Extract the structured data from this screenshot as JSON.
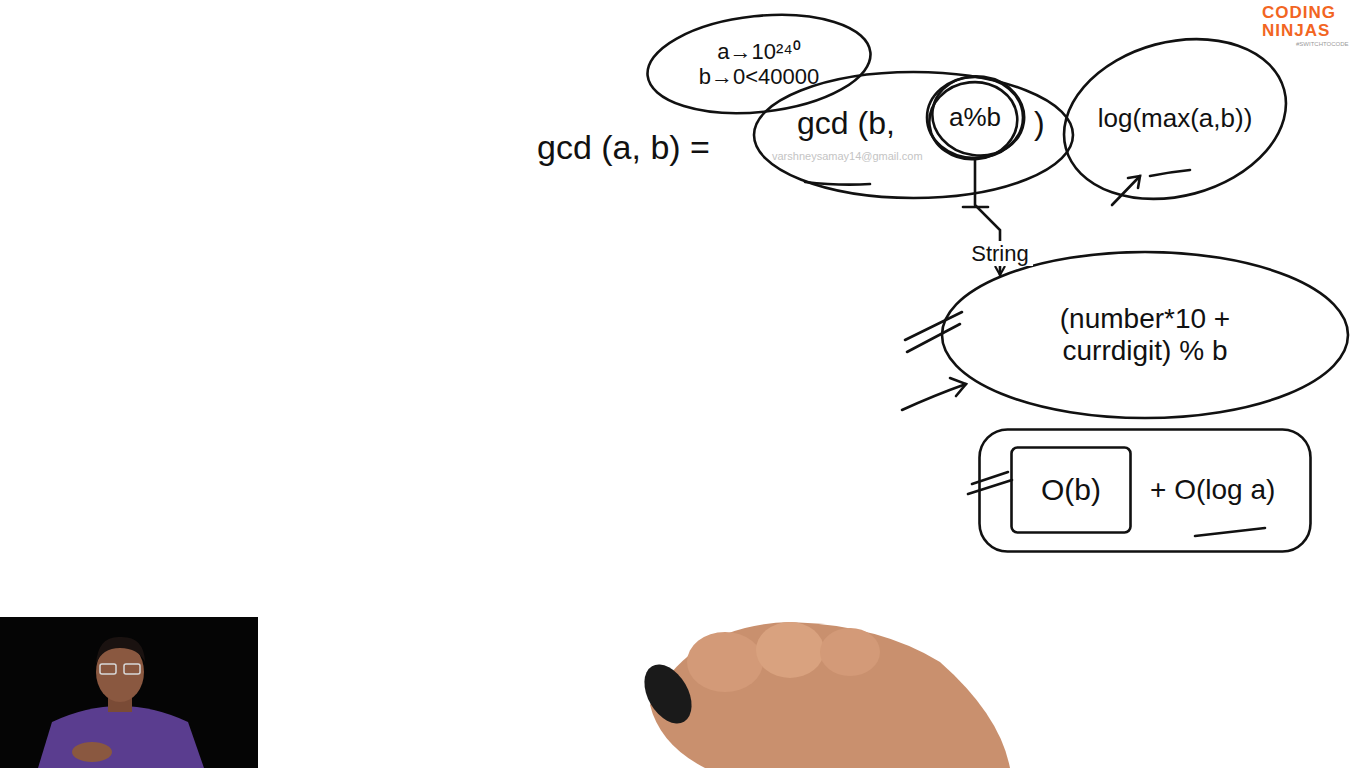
{
  "diagram": {
    "nodes": [
      {
        "text": [
          "a→10²⁴⁰",
          "b→0<40000"
        ]
      },
      {
        "text": [
          "gcd (b,",
          ")"
        ]
      },
      {
        "text": [
          "a%b"
        ],
        "in": 1
      },
      {
        "text": [
          "log(max(a,b))"
        ]
      },
      {
        "text": [
          "(number*10 + currdigit) % b"
        ]
      },
      {
        "text": [
          "+ O(log a)"
        ]
      },
      {
        "text": [
          "O(b)"
        ],
        "in": 5
      }
    ],
    "edges": [
      {
        "from": 2,
        "to": 4,
        "arrow": "to",
        "label": "String"
      }
    ],
    "labels": [
      "gcd (a, b) =",
      "varshneysamay14@gmail.com",
      "CODING",
      "NINJAS",
      "#SWITCHTOCODE"
    ]
  }
}
